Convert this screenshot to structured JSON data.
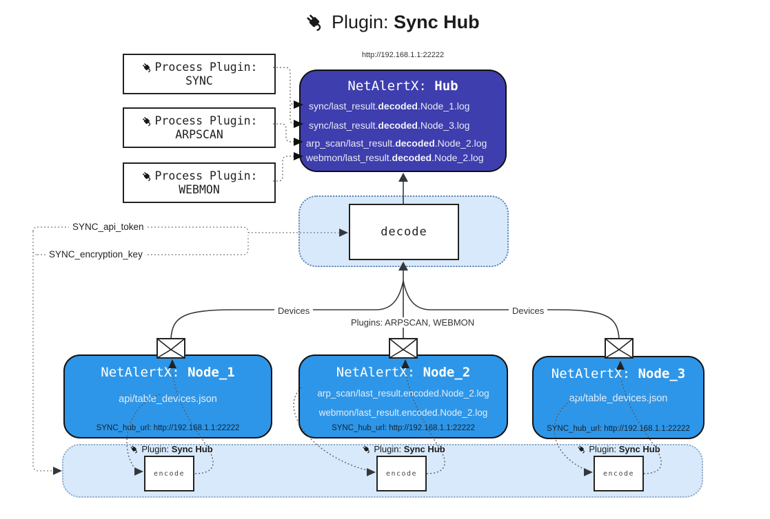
{
  "title": {
    "prefix": "Plugin:",
    "name": "Sync Hub"
  },
  "process_plugins": [
    {
      "label": "Process Plugin:",
      "name": "SYNC"
    },
    {
      "label": "Process Plugin:",
      "name": "ARPSCAN"
    },
    {
      "label": "Process Plugin:",
      "name": "WEBMON"
    }
  ],
  "hub": {
    "url": "http://192.168.1.1:22222",
    "title_prefix": "NetAlertX: ",
    "title_name": "Hub",
    "lines": [
      {
        "pre": "sync/last_result.",
        "bold": "decoded",
        "post": ".Node_1.log"
      },
      {
        "pre": "sync/last_result.",
        "bold": "decoded",
        "post": ".Node_3.log"
      },
      {
        "pre": "arp_scan/last_result.",
        "bold": "decoded",
        "post": ".Node_2.log"
      },
      {
        "pre": "webmon/last_result.",
        "bold": "decoded",
        "post": ".Node_2.log"
      }
    ]
  },
  "decode_label": "decode",
  "secrets": {
    "api_token": "SYNC_api_token",
    "encryption_key": "SYNC_encryption_key"
  },
  "edge_labels": {
    "left": "Devices",
    "center": "Plugins: ARPSCAN, WEBMON",
    "right": "Devices"
  },
  "nodes": [
    {
      "title_prefix": "NetAlertX: ",
      "title_name": "Node_1",
      "lines": [
        "api/table_devices.json"
      ],
      "footer": "SYNC_hub_url: http://192.168.1.1:22222"
    },
    {
      "title_prefix": "NetAlertX: ",
      "title_name": "Node_2",
      "lines": [
        "arp_scan/last_result.encoded.Node_2.log",
        "webmon/last_result.encoded.Node_2.log"
      ],
      "footer": "SYNC_hub_url: http://192.168.1.1:22222"
    },
    {
      "title_prefix": "NetAlertX: ",
      "title_name": "Node_3",
      "lines": [
        "api/table_devices.json"
      ],
      "footer": "SYNC_hub_url: http://192.168.1.1:22222"
    }
  ],
  "encode_sections": [
    {
      "prefix": "Plugin:",
      "name": "Sync Hub",
      "box_label": "encode"
    },
    {
      "prefix": "Plugin:",
      "name": "Sync Hub",
      "box_label": "encode"
    },
    {
      "prefix": "Plugin:",
      "name": "Sync Hub",
      "box_label": "encode"
    }
  ],
  "icons": {
    "plug": "plug-icon",
    "envelope": "envelope-icon"
  },
  "colors": {
    "hub_fill": "#3e3eae",
    "node_fill": "#2e96e8",
    "panel_fill": "#d8e9fb",
    "panel_border": "#5f82ab",
    "line": "#333333",
    "text_light": "#e8eaf2"
  }
}
